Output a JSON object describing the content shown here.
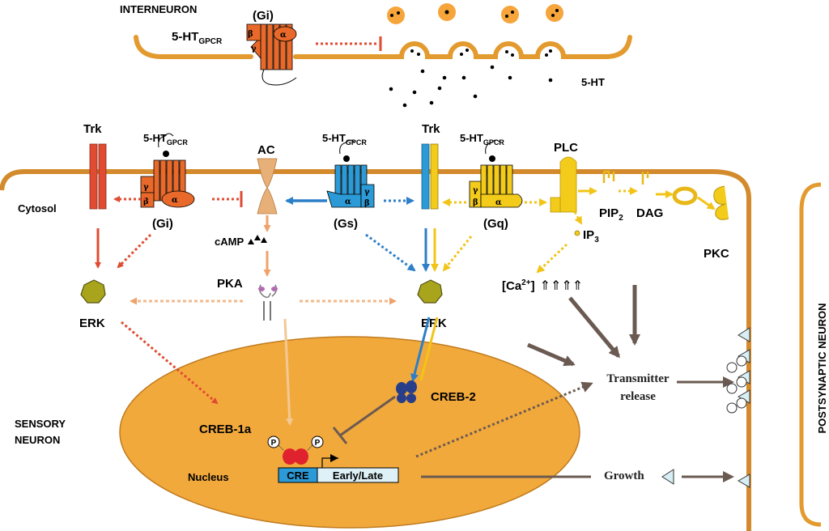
{
  "labels": {
    "interneuron": "INTERNEURON",
    "gi_top": "(Gi)",
    "ht_top": "5-HT",
    "gpcr_sub": "GPCR",
    "ht_vesicle": "5-HT",
    "trk_left": "Trk",
    "ht_left": "5-HT",
    "ac": "AC",
    "ht_mid": "5-HT",
    "trk_right": "Trk",
    "ht_right": "5-HT",
    "plc": "PLC",
    "cytosol": "Cytosol",
    "gi": "(Gi)",
    "gs": "(Gs)",
    "gq": "(Gq)",
    "pip": "PIP",
    "pip_sub": "2",
    "dag": "DAG",
    "ip": "IP",
    "ip_sub": "3",
    "camp": "cAMP",
    "pkc": "PKC",
    "pka": "PKA",
    "ca": "[Ca",
    "ca_sup": "2+",
    "ca_close": "]",
    "ca_arrows": "⇑⇑⇑⇑",
    "erk_left": "ERK",
    "erk_right": "ERK",
    "transmitter_1": "Transmitter",
    "transmitter_2": "release",
    "creb2": "CREB-2",
    "sensory_1": "SENSORY",
    "sensory_2": "NEURON",
    "creb1a": "CREB-1a",
    "p": "P",
    "nucleus": "Nucleus",
    "cre": "CRE",
    "early_late": "Early/Late",
    "growth": "Growth",
    "postsynaptic": "POSTSYNAPTIC NEURON",
    "alpha": "α",
    "beta": "β",
    "gamma": "γ"
  },
  "colors": {
    "membrane": "#E39A2E",
    "nucleus": "#F2A93B",
    "gi": "#E8692A",
    "gs": "#2C9AD6",
    "gq": "#F3CB1A",
    "trk_red": "#E04B32",
    "erk": "#A8A51C",
    "arrow_gray": "#6B5A52",
    "creb2": "#283E8A",
    "creb1a": "#E0212E",
    "cre": "#2C9AD6",
    "early_late_bg": "#DDF1F7"
  }
}
